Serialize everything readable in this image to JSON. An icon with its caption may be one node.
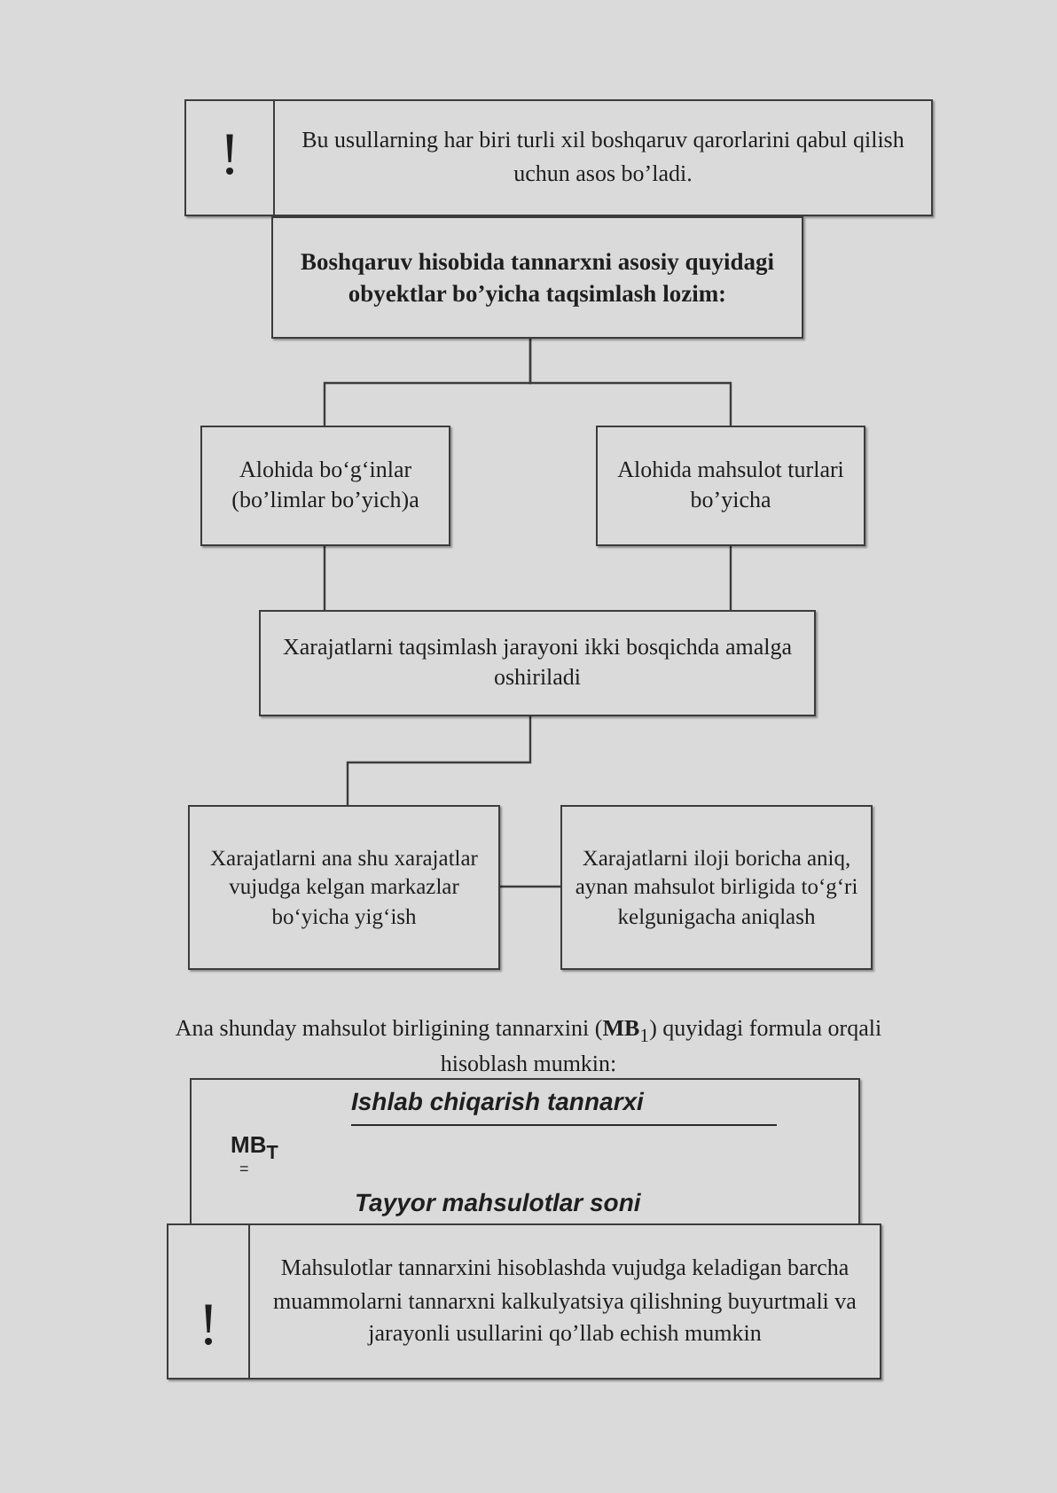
{
  "diagram": {
    "nodes": [
      {
        "text": [
          "!",
          "Bu usullarning har biri turli xil boshqaruv qarorlarini qabul qilish uchun asos bo’ladi."
        ]
      },
      {
        "text": [
          "Boshqaruv hisobida tannarxni asosiy quyidagi obyektlar bo’yicha taqsimlash lozim:"
        ]
      },
      {
        "text": [
          "Alohida bo‘g‘inlar (bo’limlar bo’yich)a"
        ]
      },
      {
        "text": [
          "Alohida mahsulot turlari bo’yicha"
        ]
      },
      {
        "text": [
          "Xarajatlarni taqsimlash jarayoni ikki bosqichda amalga oshiriladi"
        ]
      },
      {
        "text": [
          "Xarajatlarni ana shu xarajatlar vujudga kelgan markazlar bo‘yicha yig‘ish"
        ]
      },
      {
        "text": [
          "Xarajatlarni iloji boricha aniq, aynan mahsulot birligida to‘g‘ri kelgunigacha aniqlash"
        ]
      },
      {
        "text": [
          "Ishlab chiqarish tannarxi",
          "MB$_{T}$",
          "=",
          "Tayyor mahsulotlar soni"
        ]
      },
      {
        "text": [
          "!",
          "Mahsulotlar tannarxini hisoblashda vujudga keladigan barcha muammolarni tannarxni kalkulyatsiya qilishning buyurtmali va jarayonli usullarini qo’llab echish mumkin"
        ]
      }
    ],
    "edges": [
      {
        "from": 1,
        "to": 2,
        "arrow": "none"
      },
      {
        "from": 1,
        "to": 3,
        "arrow": "none"
      },
      {
        "from": 2,
        "to": 4,
        "arrow": "none"
      },
      {
        "from": 3,
        "to": 4,
        "arrow": "none"
      },
      {
        "from": 4,
        "to": 5,
        "arrow": "none"
      },
      {
        "from": 5,
        "to": 6,
        "arrow": "none"
      }
    ],
    "labels": [
      "Ana shunday mahsulot birligining tannarxini (**MB**$_{1}$) quyidagi formula orqali hisoblash mumkin:"
    ]
  }
}
